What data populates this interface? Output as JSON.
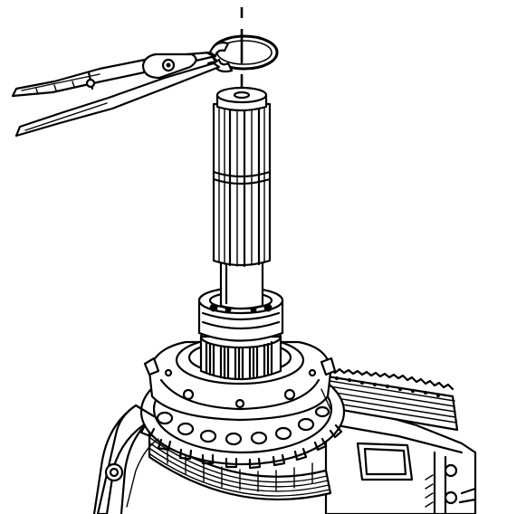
{
  "figure": {
    "description_visible_text": "",
    "colors": {
      "line": "#000000",
      "background": "#ffffff"
    },
    "parts": {
      "snap_ring_pliers": "snap-ring-pliers",
      "snap_ring": "snap-ring",
      "output_shaft": "output-shaft",
      "bearing": "bearing",
      "spur_gear": "spur-gear",
      "carrier_plate": "carrier-plate",
      "ring_gear": "ring-gear",
      "clutch_pack": "clutch-pack",
      "case_housing": "case-housing"
    }
  }
}
